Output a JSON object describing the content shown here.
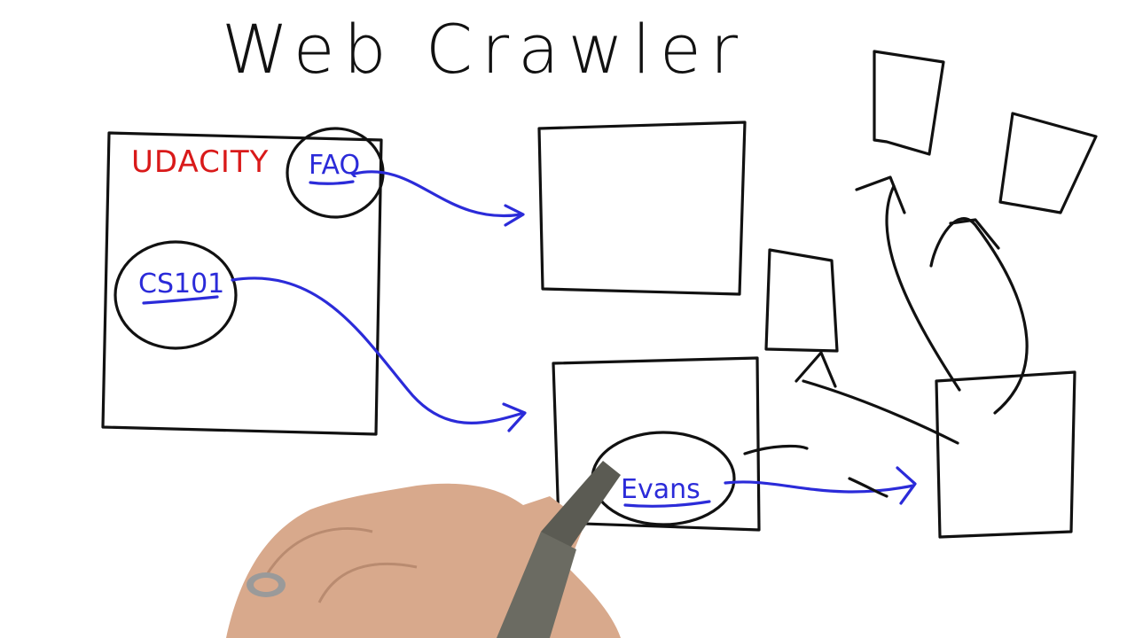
{
  "title": "Web Crawler",
  "page_logo": "UDACITY",
  "links": {
    "faq": "FAQ",
    "cs101": "CS101",
    "evans": "Evans"
  },
  "colors": {
    "ink": "#111111",
    "link_ink": "#2b2bd9",
    "logo_ink": "#d91a1a",
    "background": "#ffffff"
  }
}
